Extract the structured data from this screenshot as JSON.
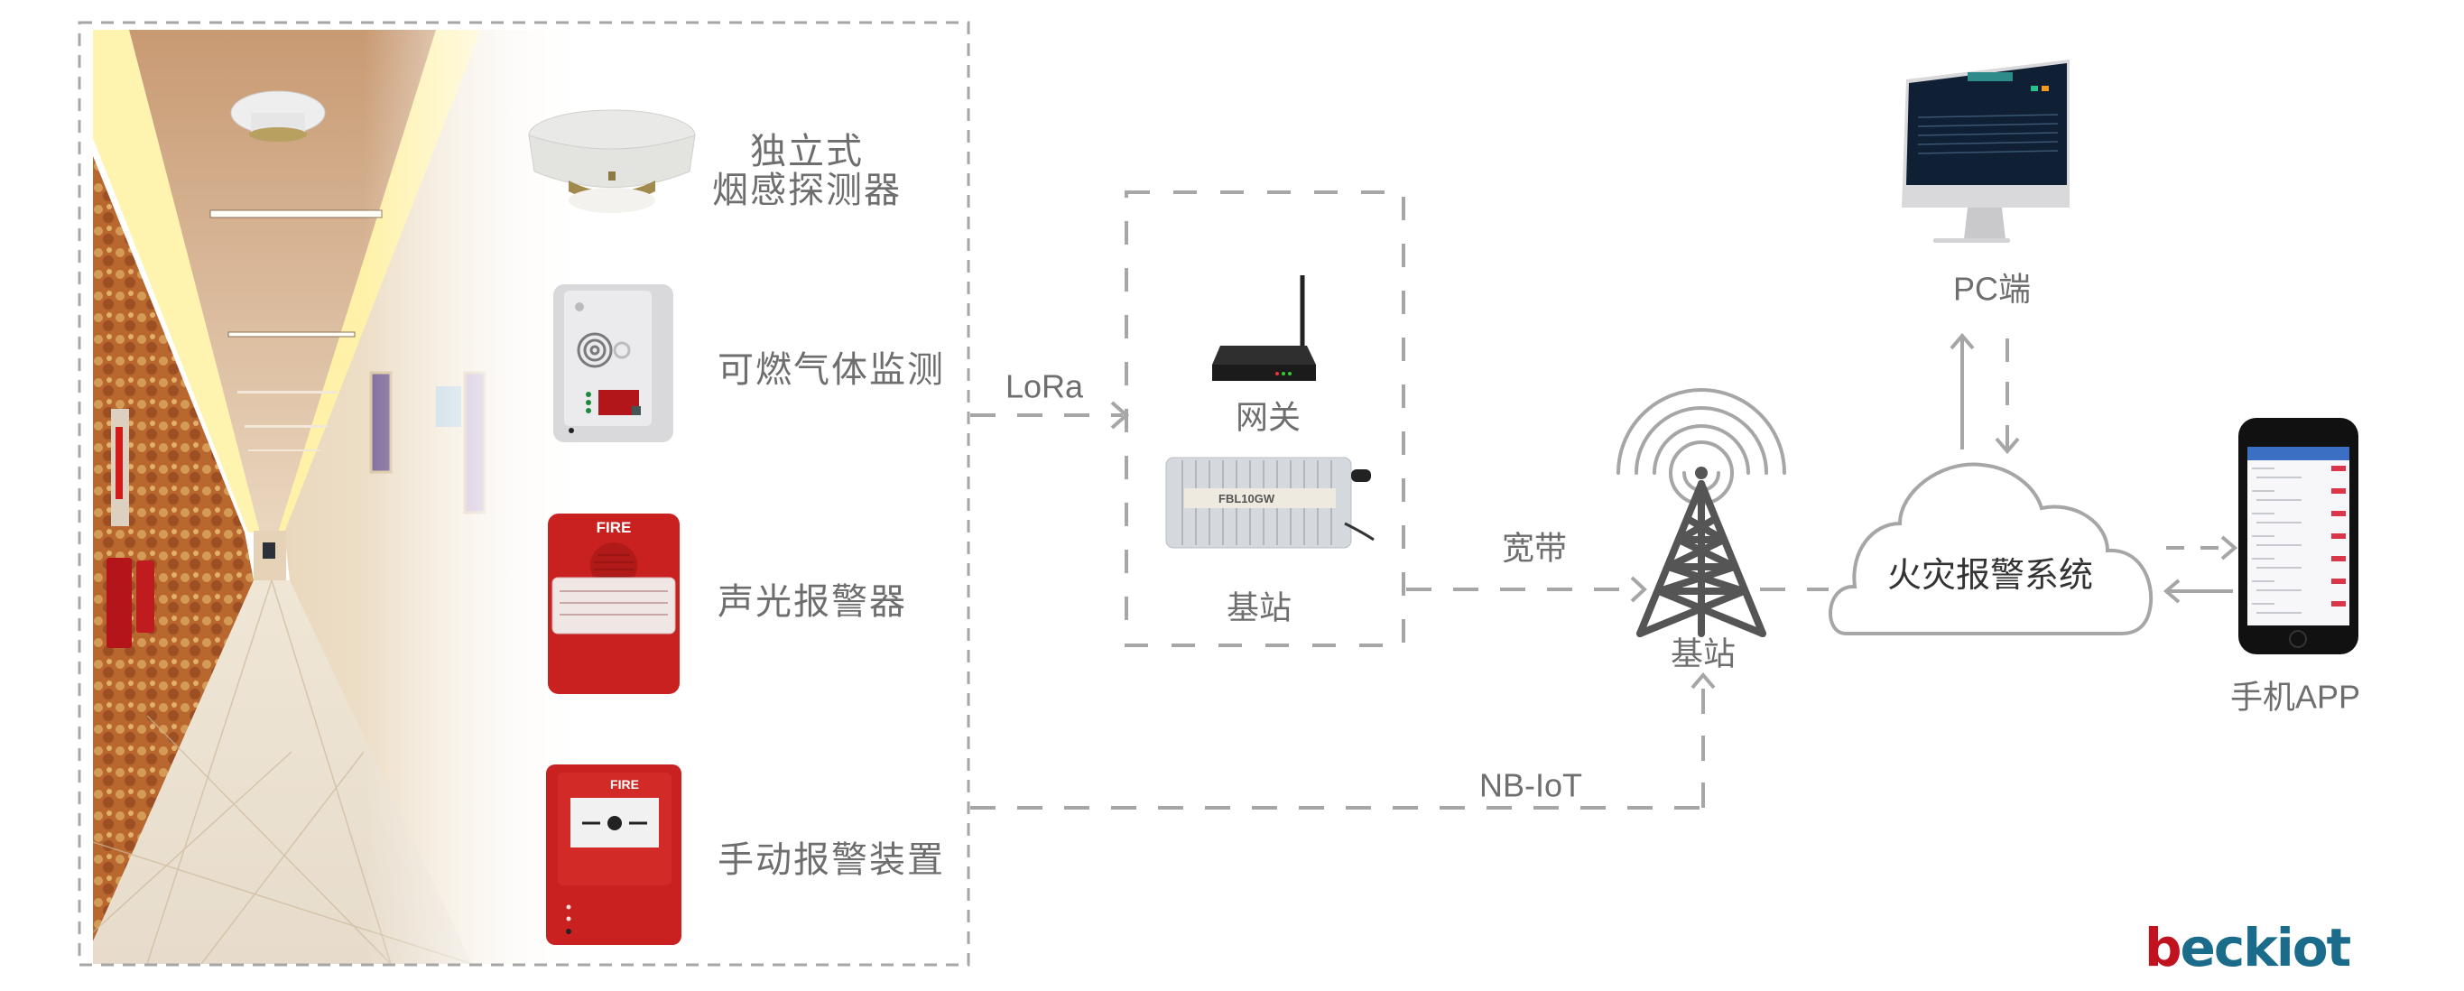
{
  "devices": [
    {
      "id": "smoke-detector",
      "label_line1": "独立式",
      "label_line2": "烟感探测器"
    },
    {
      "id": "gas-detector",
      "label": "可燃气体监测"
    },
    {
      "id": "sound-light-alarm",
      "label": "声光报警器",
      "badge": "FIRE"
    },
    {
      "id": "manual-call-point",
      "label": "手动报警装置",
      "badge": "FIRE"
    }
  ],
  "links": {
    "lora": "LoRa",
    "broadband": "宽带",
    "nbiot": "NB-IoT"
  },
  "gateway_group": {
    "gateway_label": "网关",
    "base_station_label": "基站",
    "base_station_model": "FBL10GW"
  },
  "tower": {
    "label": "基站"
  },
  "cloud": {
    "label": "火灾报警系统"
  },
  "clients": {
    "pc_label": "PC端",
    "app_label": "手机APP"
  },
  "brand": {
    "logo_text_b": "b",
    "logo_text_rest": "eckiot",
    "primary": "#1b6b8a",
    "accent": "#c0121f"
  },
  "colors": {
    "line": "#a6a6a6",
    "tower": "#555555",
    "text": "#6e6e6e",
    "alarm_red": "#c8211f"
  }
}
